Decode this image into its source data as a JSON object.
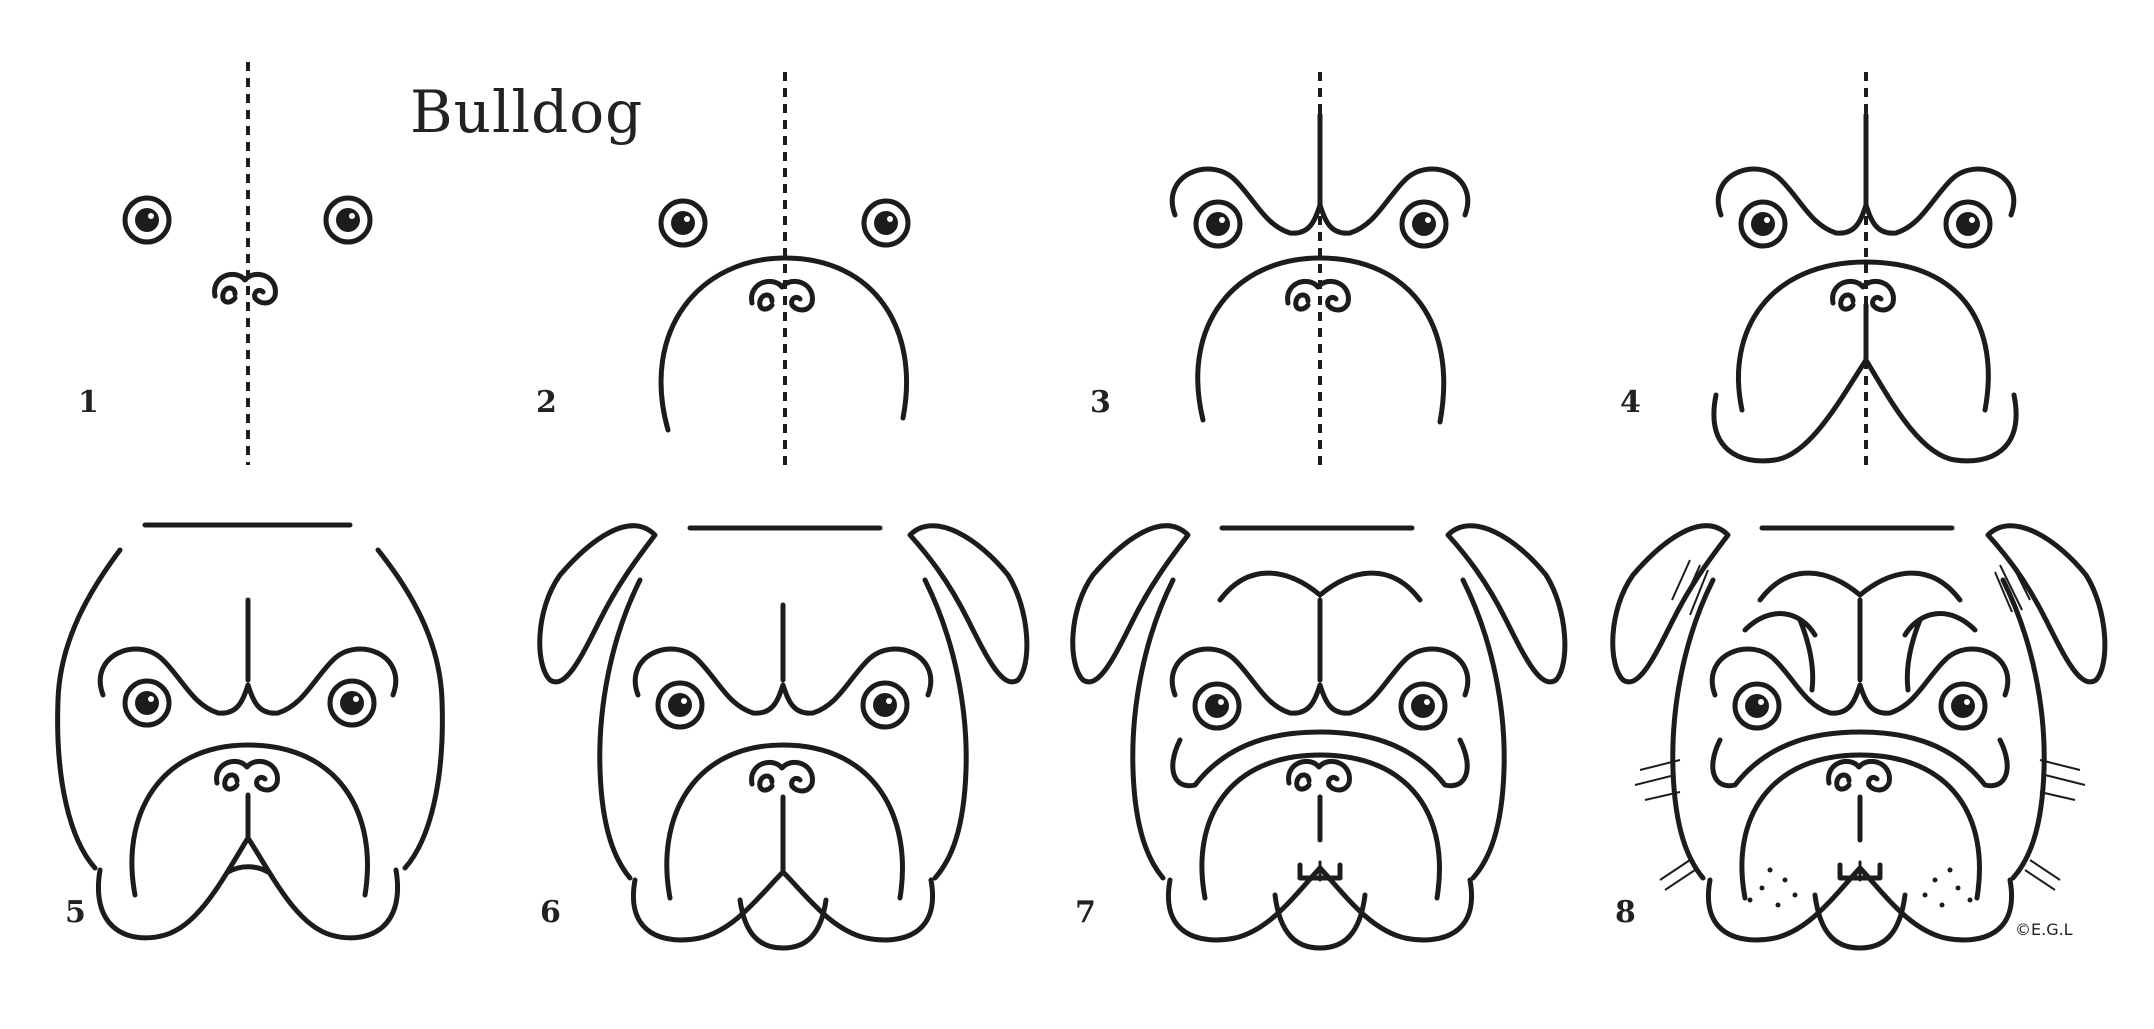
{
  "title": "Bulldog",
  "steps": [
    "1",
    "2",
    "3",
    "4",
    "5",
    "6",
    "7",
    "8"
  ],
  "copyright": "©E.G.L",
  "ink_color": "#1c1c1c",
  "background_color": "#ffffff"
}
